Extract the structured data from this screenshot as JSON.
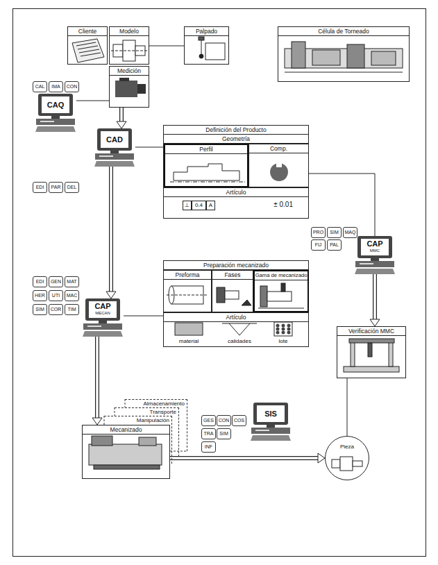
{
  "diagram": {
    "nodes": [
      {
        "text": [
          "Cliente"
        ]
      },
      {
        "text": [
          "Modelo"
        ]
      },
      {
        "text": [
          "Palpado"
        ]
      },
      {
        "text": [
          "Célula de Torneado"
        ]
      },
      {
        "text": [
          "CAL"
        ]
      },
      {
        "text": [
          "IMA"
        ]
      },
      {
        "text": [
          "CON"
        ]
      },
      {
        "text": [
          "Medición"
        ]
      },
      {
        "text": [
          "CAQ"
        ]
      },
      {
        "text": [
          "Definición del Producto",
          "Geometría"
        ]
      },
      {
        "text": [
          "Perfil"
        ],
        "in": 9
      },
      {
        "text": [
          "Comp."
        ],
        "in": 9
      },
      {
        "text": [
          "Artículo",
          "± 0.01"
        ],
        "in": 9
      },
      {
        "text": [
          "CAD"
        ]
      },
      {
        "text": [
          "EDI"
        ]
      },
      {
        "text": [
          "PAR"
        ]
      },
      {
        "text": [
          "DEL"
        ]
      },
      {
        "text": [
          "PRO"
        ]
      },
      {
        "text": [
          "SIM"
        ]
      },
      {
        "text": [
          "MAQ"
        ]
      },
      {
        "text": [
          "FIJ"
        ]
      },
      {
        "text": [
          "PAL"
        ]
      },
      {
        "text": [
          "CAP",
          "MMC"
        ]
      },
      {
        "text": [
          "EDI"
        ]
      },
      {
        "text": [
          "GEN"
        ]
      },
      {
        "text": [
          "MAT"
        ]
      },
      {
        "text": [
          "HER"
        ]
      },
      {
        "text": [
          "UTI"
        ]
      },
      {
        "text": [
          "MAC"
        ]
      },
      {
        "text": [
          "SIM"
        ]
      },
      {
        "text": [
          "COR"
        ]
      },
      {
        "text": [
          "TIM"
        ]
      },
      {
        "text": [
          "Preparación mecanizado"
        ]
      },
      {
        "text": [
          "Preforma"
        ],
        "in": 32
      },
      {
        "text": [
          "Fases"
        ],
        "in": 32
      },
      {
        "text": [
          "Gama de mecanizado"
        ],
        "in": 32
      },
      {
        "text": [
          "Artículo"
        ],
        "in": 32
      },
      {
        "text": [
          "CAP",
          "MECAN"
        ]
      },
      {
        "text": [
          "Verificación MMC"
        ]
      },
      {
        "text": [
          "Almacenamiento"
        ]
      },
      {
        "text": [
          "Transporte"
        ]
      },
      {
        "text": [
          "Manipulación"
        ]
      },
      {
        "text": [
          "Mecanizado"
        ]
      },
      {
        "text": [
          "GES"
        ]
      },
      {
        "text": [
          "CON"
        ]
      },
      {
        "text": [
          "COS"
        ]
      },
      {
        "text": [
          "TRA"
        ]
      },
      {
        "text": [
          "SIM"
        ]
      },
      {
        "text": [
          "INF"
        ]
      },
      {
        "text": [
          "SIS"
        ]
      },
      {
        "text": [
          "Pieza"
        ]
      }
    ],
    "edges": [
      {
        "from": 7,
        "to": 13,
        "arrow": "to"
      },
      {
        "from": 13,
        "to": 9,
        "arrow": "none"
      },
      {
        "from": 9,
        "to": 22,
        "arrow": "none"
      },
      {
        "from": 13,
        "to": 37,
        "arrow": "to"
      },
      {
        "from": 22,
        "to": 38,
        "arrow": "to"
      },
      {
        "from": 38,
        "to": 50,
        "arrow": "none"
      },
      {
        "from": 37,
        "to": 42,
        "arrow": "to"
      },
      {
        "from": 42,
        "to": 50,
        "arrow": "to"
      },
      {
        "from": 37,
        "to": 32,
        "arrow": "none"
      },
      {
        "from": 8,
        "to": 7,
        "arrow": "none"
      },
      {
        "from": 1,
        "to": 2,
        "arrow": "none"
      }
    ],
    "labels": [
      "⊥",
      "0.4",
      "A",
      "material",
      "calidades",
      "lote"
    ]
  }
}
